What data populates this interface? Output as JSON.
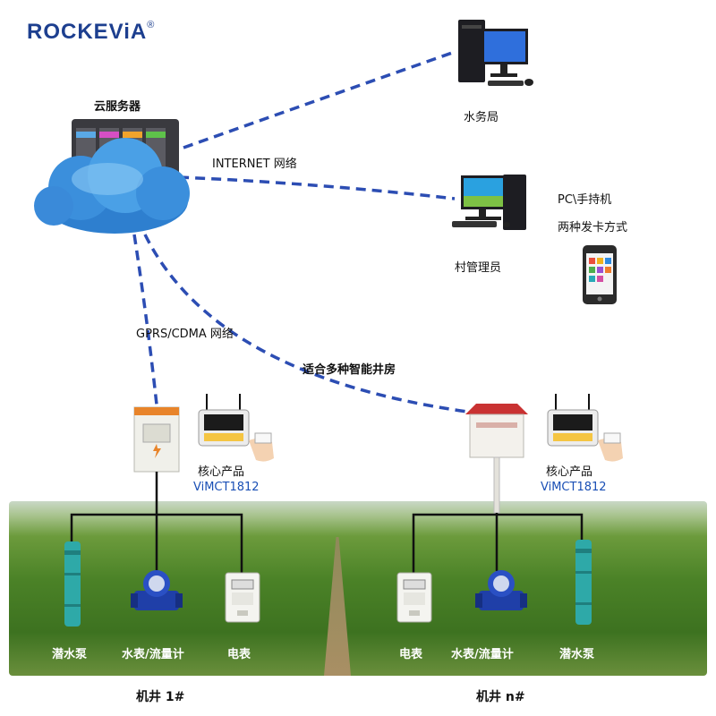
{
  "brand": {
    "name": "ROCKEViA",
    "mark": "®"
  },
  "nodes": {
    "cloud_server": "云服务器",
    "water_bureau": "水务局",
    "village_admin": "村管理员",
    "pc_handheld": "PC\\手持机",
    "two_methods": "两种发卡方式"
  },
  "links": {
    "internet": "INTERNET 网络",
    "gprs": "GPRS/CDMA 网络",
    "smart_house": "适合多种智能井房"
  },
  "product": {
    "label": "核心产品",
    "model": "ViMCT1812"
  },
  "well_1": {
    "name": "机井 1#",
    "devices": [
      "潜水泵",
      "水表/流量计",
      "电表"
    ]
  },
  "well_n": {
    "name": "机井 n#",
    "devices": [
      "电表",
      "水表/流量计",
      "潜水泵"
    ]
  },
  "colors": {
    "brand": "#1d3f8f",
    "link": "#2c4db3",
    "model": "#1a4fb5"
  }
}
